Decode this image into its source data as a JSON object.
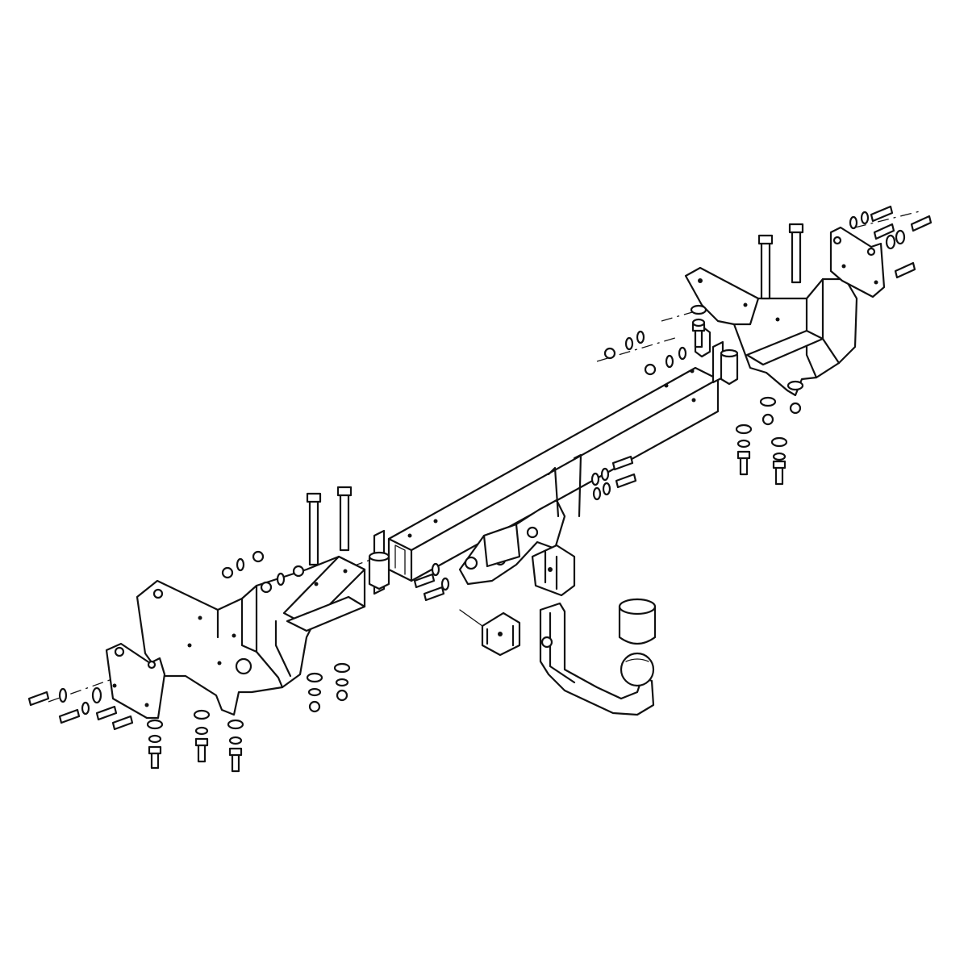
{
  "diagram": {
    "type": "exploded-assembly",
    "subject": "towbar-assembly",
    "colors": {
      "line": "#111111",
      "background": "#ffffff"
    },
    "parts": [
      "left-mounting-bracket",
      "right-mounting-bracket",
      "main-crossbar",
      "center-ball-mount-socket",
      "removable-tow-ball-neck",
      "tow-ball",
      "tow-ball-cap",
      "electrical-socket-plate",
      "lock-housing",
      "spacer-tubes",
      "bolts",
      "nuts",
      "washers"
    ]
  }
}
